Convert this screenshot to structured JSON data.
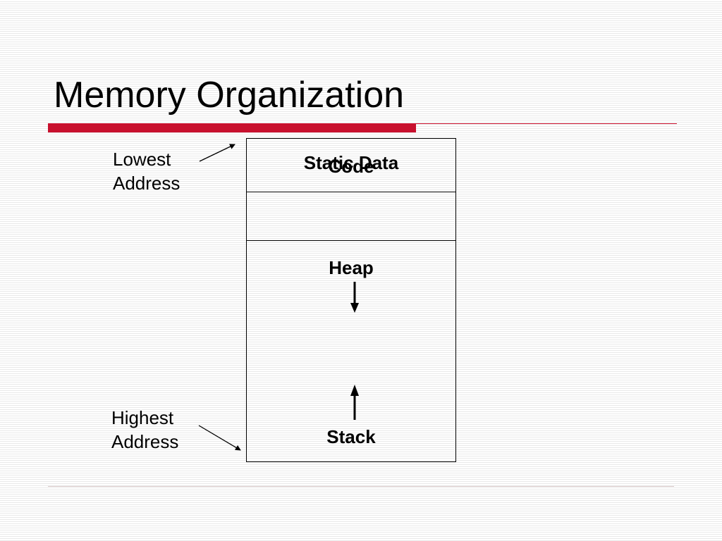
{
  "slide": {
    "title": "Memory Organization"
  },
  "memory_layout": {
    "segments": [
      {
        "label": "Code"
      },
      {
        "label": "Static Data"
      },
      {
        "label": "Heap"
      },
      {
        "label": "Stack"
      }
    ],
    "lowest_address": {
      "line1": "Lowest",
      "line2": "Address"
    },
    "highest_address": {
      "line1": "Highest",
      "line2": "Address"
    }
  },
  "colors": {
    "accent_red": "#c8102e",
    "text": "#000000"
  }
}
